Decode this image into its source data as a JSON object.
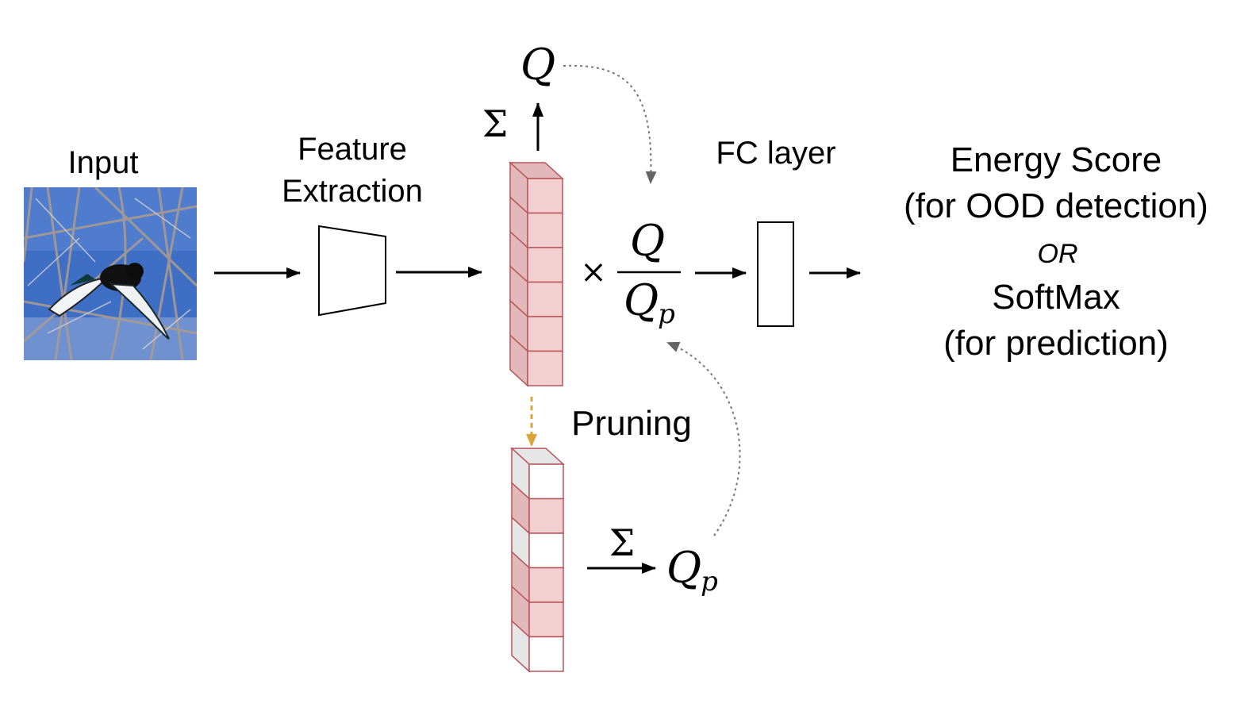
{
  "labels": {
    "input": "Input",
    "feature_line1": "Feature",
    "feature_line2": "Extraction",
    "fc_layer": "FC layer",
    "pruning": "Pruning",
    "output_line1": "Energy Score",
    "output_line2": "(for OOD detection)",
    "output_or": "OR",
    "output_line3": "SoftMax",
    "output_line4": "(for prediction)"
  },
  "math": {
    "sigma": "Σ",
    "times": "×",
    "q": "Q",
    "qp_base": "Q",
    "qp_sub": "p"
  },
  "feature_vector": {
    "cells": [
      "kept",
      "kept",
      "kept",
      "kept",
      "kept",
      "kept"
    ]
  },
  "pruned_vector": {
    "cells": [
      "pruned",
      "kept",
      "pruned",
      "kept",
      "kept",
      "pruned"
    ]
  },
  "colors": {
    "cell_fill": "#f2cfd0",
    "cell_side": "#e3b8ba",
    "cell_stroke": "#b5555a",
    "pruned_fill": "#ffffff",
    "pruned_side": "#e6e6e6",
    "pruning_arrow": "#d9a43a",
    "dotted_arrow": "#777777",
    "sky": "#3f6fc4"
  },
  "image": {
    "subject": "magpie-bird-photo"
  }
}
